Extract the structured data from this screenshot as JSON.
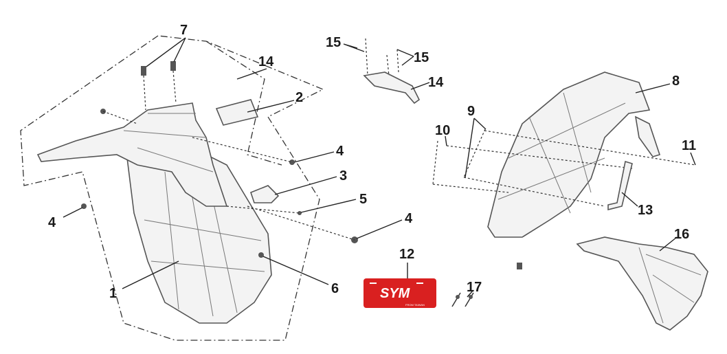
{
  "diagram": {
    "title": "Rear fender exploded parts diagram",
    "callouts": [
      "1",
      "2",
      "3",
      "4",
      "4",
      "4",
      "5",
      "6",
      "7",
      "8",
      "9",
      "10",
      "11",
      "12",
      "13",
      "14",
      "14",
      "15",
      "15",
      "16",
      "17"
    ],
    "badge": {
      "brand": "SYM",
      "subtext": "FROM TAIWAN",
      "color": "#d92020"
    }
  }
}
